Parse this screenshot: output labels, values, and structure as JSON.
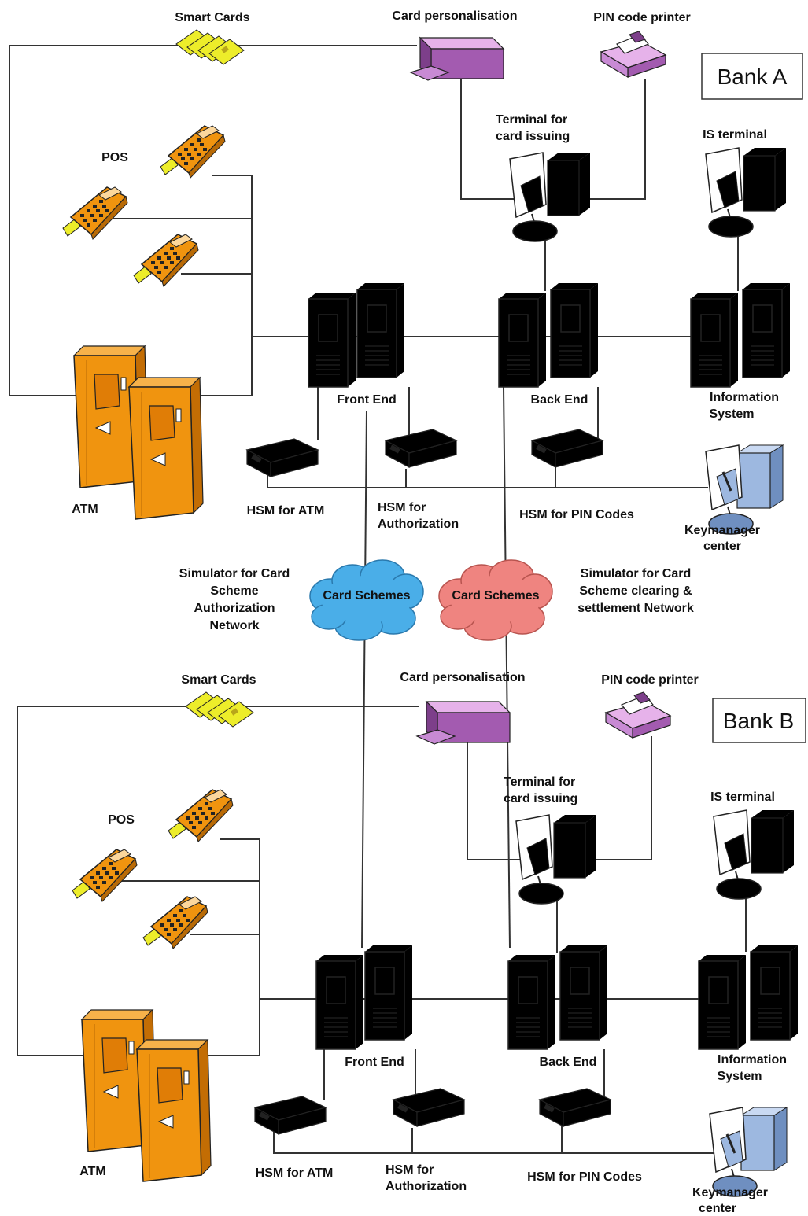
{
  "banks": [
    {
      "name": "Bank A",
      "labels": {
        "smart_cards": "Smart Cards",
        "card_personalisation": "Card personalisation",
        "pin_printer": "PIN code printer",
        "terminal_issuing": [
          "Terminal for",
          "card issuing"
        ],
        "is_terminal": "IS terminal",
        "pos": "POS",
        "front_end": "Front End",
        "back_end": "Back End",
        "information_system": [
          "Information",
          "System"
        ],
        "hsm_atm": "HSM for ATM",
        "hsm_auth": [
          "HSM for",
          "Authorization"
        ],
        "hsm_pin": "HSM for PIN Codes",
        "keymanager": [
          "Keymanager",
          "center"
        ],
        "atm": "ATM"
      }
    },
    {
      "name": "Bank B",
      "labels": {
        "smart_cards": "Smart Cards",
        "card_personalisation": "Card personalisation",
        "pin_printer": "PIN code printer",
        "terminal_issuing": [
          "Terminal for",
          "card issuing"
        ],
        "is_terminal": "IS terminal",
        "pos": "POS",
        "front_end": "Front End",
        "back_end": "Back End",
        "information_system": [
          "Information",
          "System"
        ],
        "hsm_atm": "HSM for ATM",
        "hsm_auth": [
          "HSM for",
          "Authorization"
        ],
        "hsm_pin": "HSM for PIN Codes",
        "keymanager": [
          "Keymanager",
          "center"
        ],
        "atm": "ATM"
      }
    }
  ],
  "middle": {
    "cloud_auth": "Card Schemes",
    "cloud_clearing": "Card Schemes",
    "sim_auth": [
      "Simulator for Card",
      "Scheme",
      "Authorization",
      "Network"
    ],
    "sim_clearing": [
      "Simulator for Card",
      "Scheme clearing &",
      "settlement Network"
    ]
  },
  "colors": {
    "front_end": "#1f7fc8",
    "back_end": "#e23b22",
    "info_system": "#1f9a46",
    "card_devices": "#a35bb0",
    "atm_pos": "#f0940f",
    "smart_cards": "#eded2a",
    "cloud_auth": "#4aaee8",
    "cloud_clearing": "#ef8480",
    "keymanager": "#9db8e0"
  }
}
